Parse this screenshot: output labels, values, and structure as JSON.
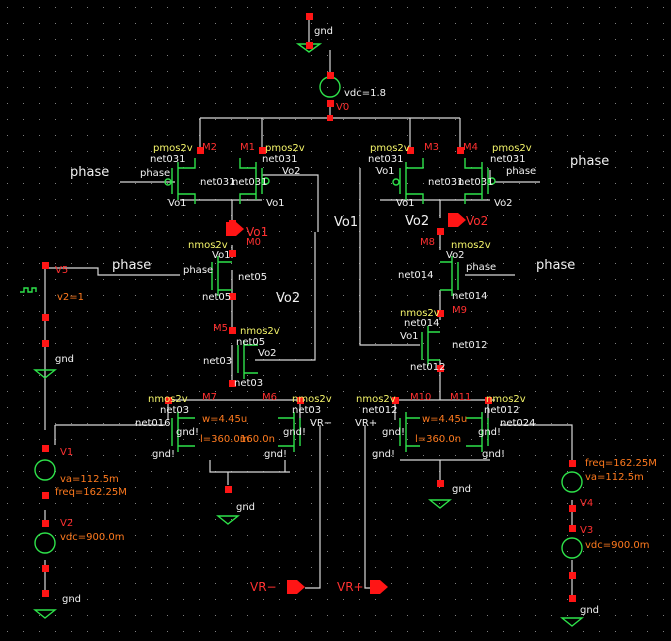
{
  "colors": {
    "background": "#000000",
    "wire": "#d8d8d8",
    "device": "#2ee24a",
    "pin": "#ff1515",
    "device_label": "#f5f56a",
    "instance_label": "#ff3030",
    "param_label": "#ff7a1e"
  },
  "labels": {
    "gnd_top": "gnd",
    "vdc_top": "vdc=1.8",
    "v0": "V0",
    "m2": "M2",
    "m1": "M1",
    "m3": "M3",
    "m4": "M4",
    "pmos_a": "pmos2v",
    "pmos_b": "pmos2v",
    "pmos_c": "pmos2v",
    "pmos_d": "pmos2v",
    "net031_a": "net031",
    "net031_b": "net031",
    "net031_c": "net031",
    "net031_d": "net031",
    "phase_left": "phase",
    "phase_m2": "phase",
    "net031_m2d": "net031",
    "net031_m1d": "net031",
    "vo2_m1": "Vo2",
    "vo1_m2s": "Vo1",
    "vo1_m1s": "Vo1",
    "vo1_m3g": "Vo1",
    "net031_m3d": "net031",
    "net031_m4d": "net031",
    "vo2_m4s": "Vo2",
    "vo1_m3s": "Vo1",
    "phase_m4": "phase",
    "phase_right": "phase",
    "vo1_mid": "Vo1",
    "vo1_pin_left": "Vo1",
    "vo2_pin_right": "Vo2",
    "vo2_pin_right_b": "Vo2",
    "m0": "M0",
    "nmos_m0": "nmos2v",
    "vo1_m0": "Vo1",
    "phase_m0": "phase",
    "net05_m0": "net05",
    "net05_m0s": "net05",
    "vo2_mid": "Vo2",
    "v5": "V5",
    "phase_v5": "phase",
    "v2_1": "v2=1",
    "gnd_v5": "gnd",
    "m5": "M5",
    "nmos_m5": "nmos2v",
    "net05_m5": "net05",
    "net03_m5": "net03",
    "vo2_m5": "Vo2",
    "net03_m5s": "net03",
    "m7": "M7",
    "m6": "M6",
    "nmos_m7": "nmos2v",
    "nmos_m6": "nmos2v",
    "net03_m7": "net03",
    "net03_m6": "net03",
    "net016": "net016",
    "w_m7": "w=4.45u",
    "l_m7": "l=360.0m",
    "l_m6": "160.0n",
    "gnd_m7": "gnd!",
    "gnd_m6": "gnd!",
    "gnd_m7b": "gnd!",
    "gnd_m6b": "gnd!",
    "vr_minus_m6": "VR−",
    "gnd_mid_left": "gnd",
    "v1": "V1",
    "va_v1": "va=112.5m",
    "freq_v1": "freq=162.25M",
    "v2": "V2",
    "vdc_v2": "vdc=900.0m",
    "gnd_v2": "gnd",
    "m8": "M8",
    "nmos_m8": "nmos2v",
    "vo2_m8": "Vo2",
    "phase_m8": "phase",
    "net014_m8": "net014",
    "net014_m8s": "net014",
    "m9": "M9",
    "nmos_m9": "nmos2v",
    "net014_m9": "net014",
    "vo1_m9": "Vo1",
    "net012_m9": "net012",
    "net012_m9s": "net012",
    "m10": "M10",
    "m11": "M11",
    "nmos_m10": "nmos2v",
    "nmos_m11": "nmos2v",
    "net012_m10": "net012",
    "net012_m11": "net012",
    "w_m10": "w=4.45u",
    "l_m10": "l=360.0n",
    "vr_plus_m10": "VR+",
    "net024": "net024",
    "gnd_m10": "gnd!",
    "gnd_m11": "gnd!",
    "gnd_m10b": "gnd!",
    "gnd_m11b": "gnd!",
    "gnd_mid_right": "gnd",
    "freq_v4": "freq=162.25M",
    "va_v4": "va=112.5m",
    "v4": "V4",
    "v3": "V3",
    "vdc_v3": "vdc=900.0m",
    "gnd_v3": "gnd",
    "vr_minus_pin": "VR−",
    "vr_plus_pin": "VR+"
  }
}
